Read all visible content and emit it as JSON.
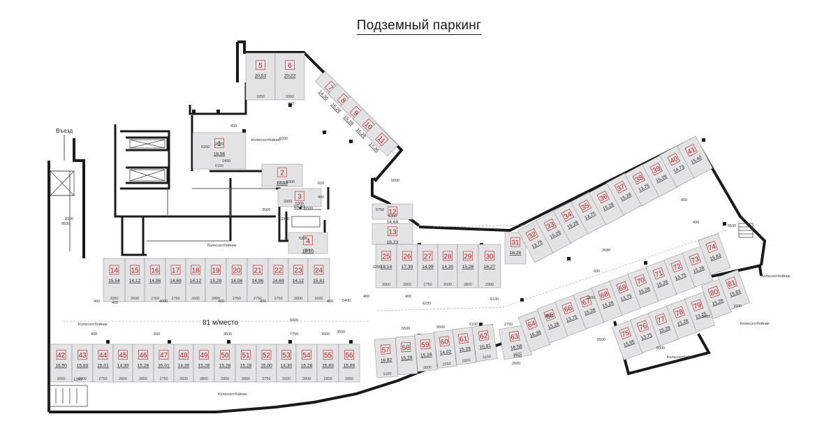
{
  "title": "Подземный паркинг",
  "entry_label": "Въезд",
  "capacity_label": "81 м/место",
  "wheel_stop_label": "Колесоотбойник",
  "colors": {
    "spot_fill": "#e3e3e5",
    "wall": "#1a1a1a",
    "number": "#b01e1e",
    "text": "#222222"
  },
  "spots": [
    {
      "n": "1",
      "area": "18,56",
      "width": "6150"
    },
    {
      "n": "2",
      "area": "17,13",
      "width": "5300"
    },
    {
      "n": "3",
      "area": "15,81",
      "width": "5300"
    },
    {
      "n": "4",
      "area": "18,10",
      "width": "3580"
    },
    {
      "n": "5",
      "area": "20,53",
      "width": "3350"
    },
    {
      "n": "6",
      "area": "20,22",
      "width": "3350"
    },
    {
      "n": "7",
      "area": "14,30",
      "width": ""
    },
    {
      "n": "8",
      "area": "15,28",
      "width": ""
    },
    {
      "n": "9",
      "area": "15,28",
      "width": ""
    },
    {
      "n": "10",
      "area": "15,28",
      "width": ""
    },
    {
      "n": "11",
      "area": "17,36",
      "width": ""
    },
    {
      "n": "12",
      "area": "14,68",
      "width": "5350"
    },
    {
      "n": "13",
      "area": "16,23",
      "width": ""
    },
    {
      "n": "14",
      "area": "15,54",
      "width": "2950"
    },
    {
      "n": "15",
      "area": "14,12",
      "width": "2600"
    },
    {
      "n": "16",
      "area": "14,96",
      "width": "2750"
    },
    {
      "n": "17",
      "area": "14,69",
      "width": "2750"
    },
    {
      "n": "18",
      "area": "14,12",
      "width": "2600"
    },
    {
      "n": "19",
      "area": "15,28",
      "width": "2800"
    },
    {
      "n": "20",
      "area": "14,96",
      "width": "2750"
    },
    {
      "n": "21",
      "area": "14,96",
      "width": "2750"
    },
    {
      "n": "22",
      "area": "14,69",
      "width": "2750"
    },
    {
      "n": "23",
      "area": "14,12",
      "width": "2600"
    },
    {
      "n": "24",
      "area": "15,81",
      "width": "3000"
    },
    {
      "n": "25",
      "area": "18,14",
      "width": "3000"
    },
    {
      "n": "26",
      "area": "17,30",
      "width": "2800"
    },
    {
      "n": "27",
      "area": "14,99",
      "width": "2750"
    },
    {
      "n": "28",
      "area": "14,30",
      "width": "2600"
    },
    {
      "n": "29",
      "area": "15,28",
      "width": "2800"
    },
    {
      "n": "30",
      "area": "16,27",
      "width": "2980"
    },
    {
      "n": "31",
      "area": "16,26",
      "width": ""
    },
    {
      "n": "32",
      "area": "13,75",
      "width": ""
    },
    {
      "n": "33",
      "area": "15,28",
      "width": ""
    },
    {
      "n": "34",
      "area": "15,28",
      "width": ""
    },
    {
      "n": "35",
      "area": "13,75",
      "width": ""
    },
    {
      "n": "36",
      "area": "15,28",
      "width": ""
    },
    {
      "n": "37",
      "area": "15,28",
      "width": ""
    },
    {
      "n": "38",
      "area": "13,75",
      "width": ""
    },
    {
      "n": "39",
      "area": "15,28",
      "width": ""
    },
    {
      "n": "40",
      "area": "14,73",
      "width": ""
    },
    {
      "n": "41",
      "area": "15,40",
      "width": ""
    },
    {
      "n": "42",
      "area": "16,50",
      "width": "3000"
    },
    {
      "n": "43",
      "area": "15,83",
      "width": "2900"
    },
    {
      "n": "44",
      "area": "15,01",
      "width": "2750"
    },
    {
      "n": "45",
      "area": "14,30",
      "width": "2600"
    },
    {
      "n": "46",
      "area": "15,28",
      "width": "2800"
    },
    {
      "n": "47",
      "area": "15,01",
      "width": "2750"
    },
    {
      "n": "48",
      "area": "14,30",
      "width": "2600"
    },
    {
      "n": "49",
      "area": "15,28",
      "width": "2800"
    },
    {
      "n": "50",
      "area": "15,28",
      "width": "2800"
    },
    {
      "n": "51",
      "area": "15,28",
      "width": "2800"
    },
    {
      "n": "52",
      "area": "15,00",
      "width": "2750"
    },
    {
      "n": "53",
      "area": "14,30",
      "width": "2600"
    },
    {
      "n": "54",
      "area": "15,28",
      "width": "2800"
    },
    {
      "n": "55",
      "area": "15,83",
      "width": "2900"
    },
    {
      "n": "56",
      "area": "15,66",
      "width": "2850"
    },
    {
      "n": "57",
      "area": "16,82",
      "width": "3150"
    },
    {
      "n": "58",
      "area": "15,28",
      "width": ""
    },
    {
      "n": "59",
      "area": "15,28",
      "width": "2800"
    },
    {
      "n": "60",
      "area": "14,02",
      "width": "2550"
    },
    {
      "n": "61",
      "area": "15,28",
      "width": "2800"
    },
    {
      "n": "62",
      "area": "16,81",
      "width": "3100"
    },
    {
      "n": "63",
      "area": "16,58",
      "width": "3620"
    },
    {
      "n": "64",
      "area": "16,38",
      "width": ""
    },
    {
      "n": "65",
      "area": "15,28",
      "width": ""
    },
    {
      "n": "66",
      "area": "13,75",
      "width": ""
    },
    {
      "n": "67",
      "area": "15,28",
      "width": ""
    },
    {
      "n": "68",
      "area": "15,28",
      "width": ""
    },
    {
      "n": "69",
      "area": "13,75",
      "width": ""
    },
    {
      "n": "70",
      "area": "15,28",
      "width": ""
    },
    {
      "n": "71",
      "area": "15,28",
      "width": ""
    },
    {
      "n": "72",
      "area": "13,75",
      "width": ""
    },
    {
      "n": "73",
      "area": "15,28",
      "width": ""
    },
    {
      "n": "74",
      "area": "15,83",
      "width": ""
    },
    {
      "n": "75",
      "area": "15,95",
      "width": ""
    },
    {
      "n": "76",
      "area": "13,75",
      "width": ""
    },
    {
      "n": "77",
      "area": "15,28",
      "width": ""
    },
    {
      "n": "78",
      "area": "15,28",
      "width": ""
    },
    {
      "n": "79",
      "area": "13,75",
      "width": ""
    },
    {
      "n": "80",
      "area": "15,28",
      "width": ""
    },
    {
      "n": "81",
      "area": "15,83",
      "width": ""
    }
  ],
  "dimensions": [
    "400",
    "6150",
    "2670",
    "1450",
    "3300",
    "5300",
    "600",
    "400",
    "6200",
    "400",
    "3300",
    "5300",
    "8500",
    "3500",
    "5500",
    "8500",
    "6000",
    "400",
    "400",
    "4000",
    "400",
    "400",
    "400",
    "400",
    "400",
    "5400",
    "5000",
    "6235",
    "5750",
    "6200",
    "1250",
    "6100",
    "400",
    "600",
    "3500",
    "7750",
    "3500",
    "3500",
    "5500",
    "5500",
    "6100",
    "2750",
    "2500",
    "2800",
    "2500",
    "400",
    "400",
    "2680",
    "5620",
    "1500",
    "5500",
    "5500",
    "3750",
    "600",
    "5000"
  ]
}
